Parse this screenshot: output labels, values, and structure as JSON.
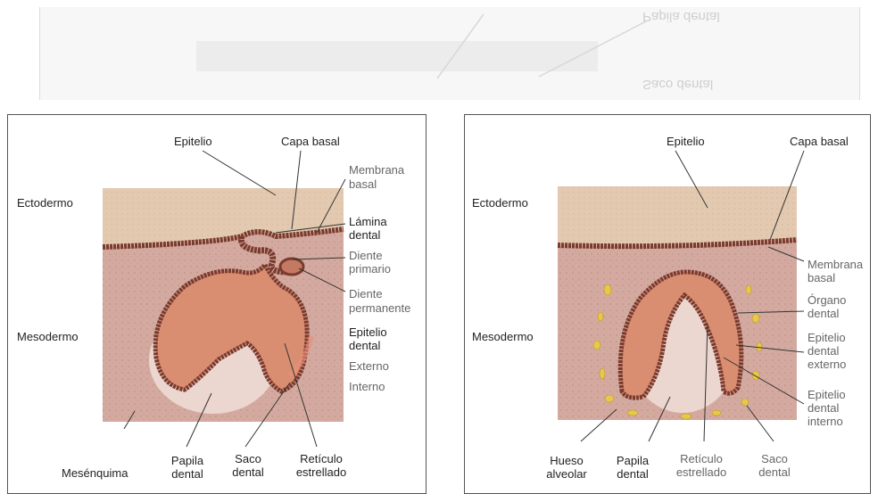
{
  "ghost_header": {
    "text_top": "Papila dental",
    "text_bottom": "Saco dental"
  },
  "left_panel": {
    "labels": {
      "epitelio": "Epitelio",
      "capa_basal": "Capa basal",
      "membrana_basal_1": "Membrana",
      "membrana_basal_2": "basal",
      "ectodermo": "Ectodermo",
      "lamina_dental_1": "Lámina",
      "lamina_dental_2": "dental",
      "diente_primario_1": "Diente",
      "diente_primario_2": "primario",
      "diente_permanente_1": "Diente",
      "diente_permanente_2": "permanente",
      "mesodermo": "Mesodermo",
      "epitelio_dental_1": "Epitelio",
      "epitelio_dental_2": "dental",
      "externo": "Externo",
      "interno": "Interno",
      "mesenquima": "Mesénquima",
      "papila_dental_1": "Papila",
      "papila_dental_2": "dental",
      "saco_dental_1": "Saco",
      "saco_dental_2": "dental",
      "reticulo_1": "Retículo",
      "reticulo_2": "estrellado"
    }
  },
  "right_panel": {
    "labels": {
      "epitelio": "Epitelio",
      "capa_basal": "Capa basal",
      "ectodermo": "Ectodermo",
      "membrana_basal_1": "Membrana",
      "membrana_basal_2": "basal",
      "organo_dental_1": "Órgano",
      "organo_dental_2": "dental",
      "mesodermo": "Mesodermo",
      "epitelio_externo_1": "Epitelio",
      "epitelio_externo_2": "dental",
      "epitelio_externo_3": "externo",
      "epitelio_interno_1": "Epitelio",
      "epitelio_interno_2": "dental",
      "epitelio_interno_3": "interno",
      "hueso_alveolar_1": "Hueso",
      "hueso_alveolar_2": "alveolar",
      "papila_dental_1": "Papila",
      "papila_dental_2": "dental",
      "reticulo_1": "Retículo",
      "reticulo_2": "estrellado",
      "saco_dental_1": "Saco",
      "saco_dental_2": "dental"
    }
  },
  "colors": {
    "epithelium": "#e2c9b0",
    "mesoderm": "#d4aaa0",
    "basal_layer": "#7a3b2e",
    "enamel_organ": "#d98e72",
    "papilla": "#ecd6d0",
    "bone": "#e8c84a"
  }
}
